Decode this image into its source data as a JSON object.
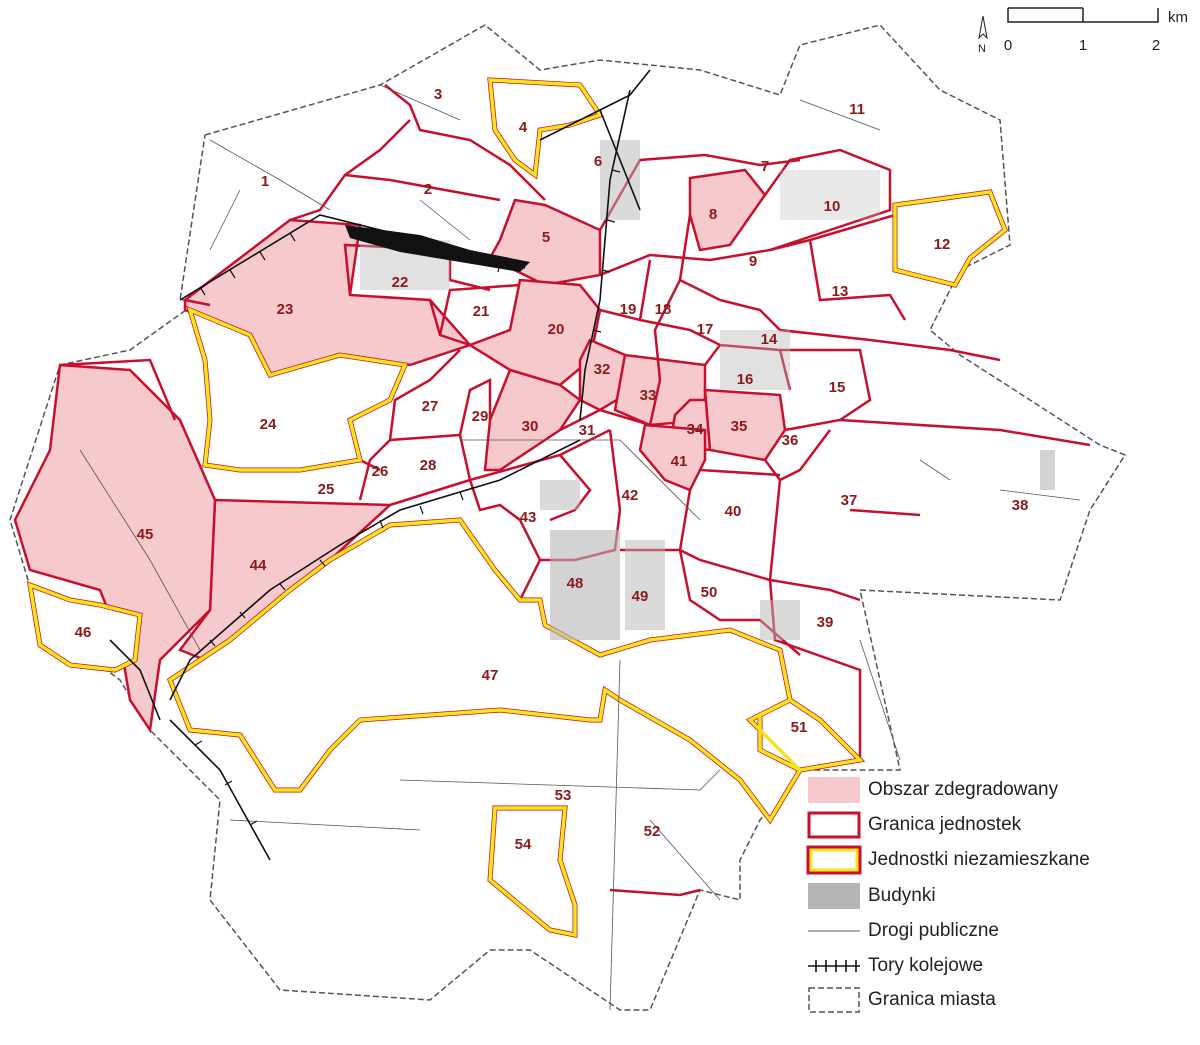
{
  "colors": {
    "degraded_fill": "#f6c9cc",
    "unit_border": "#c8102e",
    "uninhabited_border": "#f5e51c",
    "buildings": "#b5b5b5",
    "roads": "#555555",
    "label": "#8b1a1a"
  },
  "scale": {
    "unit": "km",
    "ticks": [
      "0",
      "1",
      "2"
    ],
    "north": "N"
  },
  "legend": [
    {
      "key": "degraded",
      "label": "Obszar zdegradowany"
    },
    {
      "key": "units",
      "label": "Granica jednostek"
    },
    {
      "key": "uninhabited",
      "label": "Jednostki niezamieszkane"
    },
    {
      "key": "buildings",
      "label": "Budynki"
    },
    {
      "key": "roads",
      "label": "Drogi publiczne"
    },
    {
      "key": "rail",
      "label": "Tory kolejowe"
    },
    {
      "key": "city",
      "label": "Granica miasta"
    }
  ],
  "units": [
    "1",
    "2",
    "3",
    "4",
    "5",
    "6",
    "7",
    "8",
    "9",
    "10",
    "11",
    "12",
    "13",
    "14",
    "15",
    "16",
    "17",
    "18",
    "19",
    "20",
    "21",
    "22",
    "23",
    "24",
    "25",
    "26",
    "27",
    "28",
    "29",
    "30",
    "31",
    "32",
    "33",
    "34",
    "35",
    "36",
    "37",
    "38",
    "39",
    "40",
    "41",
    "42",
    "43",
    "44",
    "45",
    "46",
    "47",
    "48",
    "49",
    "50",
    "51",
    "52",
    "53",
    "54"
  ],
  "degraded_units": [
    "5",
    "8",
    "20",
    "23",
    "30",
    "32",
    "33",
    "34",
    "35",
    "41",
    "44",
    "45"
  ],
  "uninhabited_units": [
    "4",
    "12",
    "24",
    "46",
    "47",
    "51",
    "54"
  ]
}
